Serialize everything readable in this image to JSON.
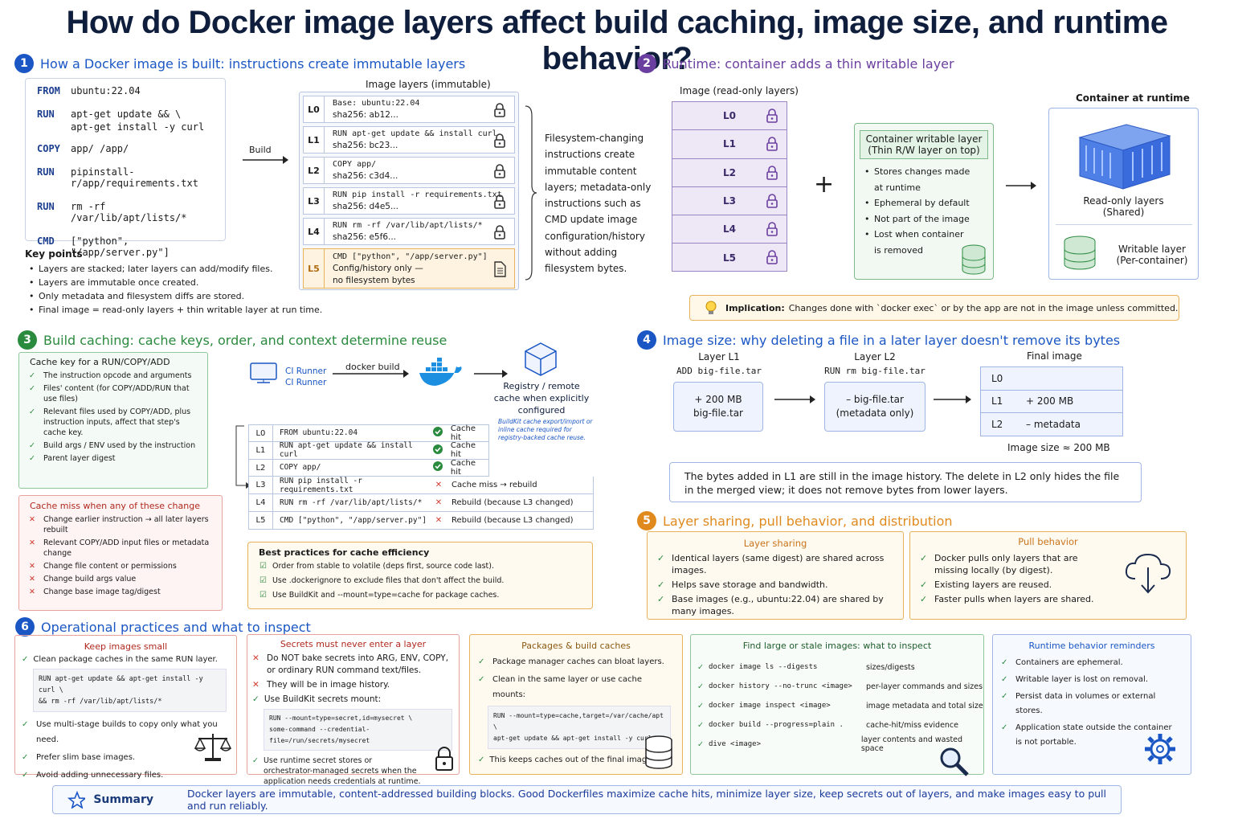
{
  "title": "How do Docker image layers affect build caching, image size, and runtime behavior?",
  "s1": {
    "num": "1",
    "heading": "How a Docker image is built: instructions create immutable layers",
    "dockerfile": [
      {
        "kw": "FROM",
        "arg": "ubuntu:22.04"
      },
      {
        "kw": "RUN",
        "arg": "apt-get update && \\",
        "arg2": "apt-get install -y curl"
      },
      {
        "kw": "COPY",
        "arg": "app/  /app/"
      },
      {
        "kw": "RUN",
        "arg": "pipinstall-r/app/requirements.txt"
      },
      {
        "kw": "RUN",
        "arg": "rm -rf /var/lib/apt/lists/*"
      },
      {
        "kw": "CMD",
        "arg": "[\"python\", \"/app/server.py\"]"
      }
    ],
    "build_label": "Build",
    "layers_title": "Image layers (immutable)",
    "layers": [
      {
        "id": "L0",
        "line1": "Base: ubuntu:22.04",
        "line2": "sha256: ab12..."
      },
      {
        "id": "L1",
        "line1": "RUN apt-get update && install curl",
        "line2": "sha256: bc23..."
      },
      {
        "id": "L2",
        "line1": "COPY app/",
        "line2": "sha256: c3d4..."
      },
      {
        "id": "L3",
        "line1": "RUN pip install -r requirements.txt",
        "line2": "sha256: d4e5..."
      },
      {
        "id": "L4",
        "line1": "RUN rm -rf /var/lib/apt/lists/*",
        "line2": "sha256: e5f6..."
      },
      {
        "id": "L5",
        "line1": "CMD [\"python\", \"/app/server.py\"]",
        "line2": "Config/history only —",
        "line3": "no filesystem bytes"
      }
    ],
    "side_note": [
      "Filesystem-changing",
      "instructions create",
      "immutable content",
      "layers; metadata-only",
      "instructions such as",
      "CMD update image",
      "configuration/history",
      "without adding",
      "filesystem bytes."
    ],
    "key_points_title": "Key points",
    "key_points": [
      "Layers are stacked; later layers can add/modify files.",
      "Layers are immutable once created.",
      "Only metadata and filesystem diffs are stored.",
      "Final image = read-only layers + thin writable layer at run time."
    ]
  },
  "s2": {
    "num": "2",
    "heading": "Runtime: container adds a thin writable layer",
    "ro_title": "Image (read-only layers)",
    "ro_layers": [
      "L0",
      "L1",
      "L2",
      "L3",
      "L4",
      "L5"
    ],
    "plus": "+",
    "wl_title": "Container writable layer",
    "wl_sub": "(Thin R/W layer on top)",
    "wl_points": [
      "Stores changes made",
      "at runtime",
      "Ephemeral by default",
      "Not part of the image",
      "Lost when container",
      "is removed"
    ],
    "runtime_title": "Container at runtime",
    "ro_label": "Read-only layers",
    "ro_sub": "(Shared)",
    "w_label": "Writable layer",
    "w_sub": "(Per-container)",
    "impl_label": "Implication:",
    "impl_text": "Changes done with `docker exec` or by the app are not in the image unless committed."
  },
  "s3": {
    "num": "3",
    "heading": "Build caching: cache keys, order, and context determine reuse",
    "key_title": "Cache key for a RUN/COPY/ADD",
    "key_items": [
      "The instruction opcode and arguments",
      "Files' content (for COPY/ADD/RUN that use files)",
      "Relevant files used by COPY/ADD, plus instruction inputs, affect that step's cache key.",
      "Build args / ENV used by the instruction",
      "Parent layer digest"
    ],
    "miss_title": "Cache miss when any of these change",
    "miss_items": [
      "Change earlier instruction → all later layers rebuilt",
      "Relevant COPY/ADD input files or metadata change",
      "Change file content or permissions",
      "Change build args value",
      "Change base image tag/digest"
    ],
    "ci1": "CI Runner",
    "ci2": "CI Runner",
    "docker_build": "docker build",
    "registry": "Registry / remote cache when explicitly configured",
    "registry_note": "BuildKit cache export/import or inline cache required for registry-backed cache reuse.",
    "rows": [
      {
        "id": "L0",
        "cmd": "FROM ubuntu:22.04",
        "ok": true,
        "status": "Cache hit"
      },
      {
        "id": "L1",
        "cmd": "RUN apt-get update && install curl",
        "ok": true,
        "status": "Cache hit"
      },
      {
        "id": "L2",
        "cmd": "COPY app/",
        "ok": true,
        "status": "Cache hit"
      },
      {
        "id": "L3",
        "cmd": "RUN pip install -r requirements.txt",
        "ok": false,
        "status": "Cache miss → rebuild"
      },
      {
        "id": "L4",
        "cmd": "RUN rm -rf /var/lib/apt/lists/*",
        "ok": false,
        "status": "Rebuild (because L3 changed)"
      },
      {
        "id": "L5",
        "cmd": "CMD [\"python\", \"/app/server.py\"]",
        "ok": false,
        "status": "Rebuild (because L3 changed)"
      }
    ],
    "bp_title": "Best practices for cache efficiency",
    "bp_items": [
      "Order from stable to volatile (deps first, source code last).",
      "Use .dockerignore to exclude files that don't affect the build.",
      "Use BuildKit and --mount=type=cache for package caches."
    ]
  },
  "s4": {
    "num": "4",
    "heading": "Image size: why deleting a file in a later layer doesn't remove its bytes",
    "l1_title": "Layer L1",
    "l1_cmd": "ADD big-file.tar",
    "l1_box": [
      "+ 200 MB",
      "big-file.tar"
    ],
    "l2_title": "Layer L2",
    "l2_cmd": "RUN rm big-file.tar",
    "l2_box": [
      "– big-file.tar",
      "(metadata only)"
    ],
    "final_title": "Final image",
    "final_rows": [
      {
        "id": "L0",
        "v": ""
      },
      {
        "id": "L1",
        "v": "+ 200 MB"
      },
      {
        "id": "L2",
        "v": "– metadata"
      }
    ],
    "size": "Image size ≈ 200 MB",
    "note": "The bytes added in L1 are still in the image history. The delete in L2 only hides the file in the merged view; it does not remove bytes from lower layers."
  },
  "s5": {
    "num": "5",
    "heading": "Layer sharing, pull behavior, and distribution",
    "share_title": "Layer sharing",
    "share_items": [
      "Identical layers (same digest) are shared across images.",
      "Helps save storage and bandwidth.",
      "Base images (e.g., ubuntu:22.04) are shared by many images."
    ],
    "pull_title": "Pull behavior",
    "pull_items": [
      "Docker pulls only layers that are missing locally (by digest).",
      "Existing layers are reused.",
      "Faster pulls when layers are shared."
    ]
  },
  "s6": {
    "num": "6",
    "heading": "Operational practices and what to inspect",
    "small_title": "Keep images small",
    "small_a": "Clean package caches in the same RUN layer.",
    "small_code": [
      "RUN apt-get update && apt-get install -y curl \\",
      "  && rm -rf /var/lib/apt/lists/*"
    ],
    "small_items": [
      "Use multi-stage builds to copy only what you need.",
      "Prefer slim base images.",
      "Avoid adding unnecessary files."
    ],
    "sec_title": "Secrets must never enter a layer",
    "sec_items": [
      "Do NOT bake secrets into ARG, ENV, COPY, or ordinary RUN command text/files.",
      "They will be in image history."
    ],
    "sec_ok": "Use BuildKit secrets mount:",
    "sec_code": [
      "RUN --mount=type=secret,id=mysecret \\",
      "  some-command --credential-file=/run/secrets/mysecret"
    ],
    "sec_last": "Use runtime secret stores or orchestrator-managed secrets when the application needs credentials at runtime.",
    "pkg_title": "Packages & build caches",
    "pkg_items": [
      "Package manager caches can bloat layers.",
      "Clean in the same layer or use cache mounts:"
    ],
    "pkg_code": [
      "RUN --mount=type=cache,target=/var/cache/apt \\",
      "  apt-get update && apt-get install -y curl"
    ],
    "pkg_last": "This keeps caches out of the final image.",
    "insp_title": "Find large or stale images: what to inspect",
    "insp": [
      {
        "cmd": "docker image ls --digests",
        "d": "sizes/digests"
      },
      {
        "cmd": "docker history --no-trunc <image>",
        "d": "per-layer commands and sizes"
      },
      {
        "cmd": "docker image inspect <image>",
        "d": "image metadata and total size"
      },
      {
        "cmd": "docker build --progress=plain .",
        "d": "cache-hit/miss evidence"
      },
      {
        "cmd": "dive <image>",
        "d": "layer contents and wasted space"
      }
    ],
    "rt_title": "Runtime behavior reminders",
    "rt_items": [
      "Containers are ephemeral.",
      "Writable layer is lost on removal.",
      "Persist data in volumes or external stores.",
      "Application state outside the container is not portable."
    ]
  },
  "summary": {
    "label": "Summary",
    "text": "Docker layers are immutable, content-addressed building blocks.  Good Dockerfiles maximize cache hits, minimize layer size, keep secrets out of layers, and make images easy to pull and run reliably."
  },
  "colors": {
    "blue": "#1a56c4",
    "purple": "#6b3fa0",
    "green": "#2a8a3e",
    "orange": "#e08a1e",
    "red": "#d23a2e"
  }
}
